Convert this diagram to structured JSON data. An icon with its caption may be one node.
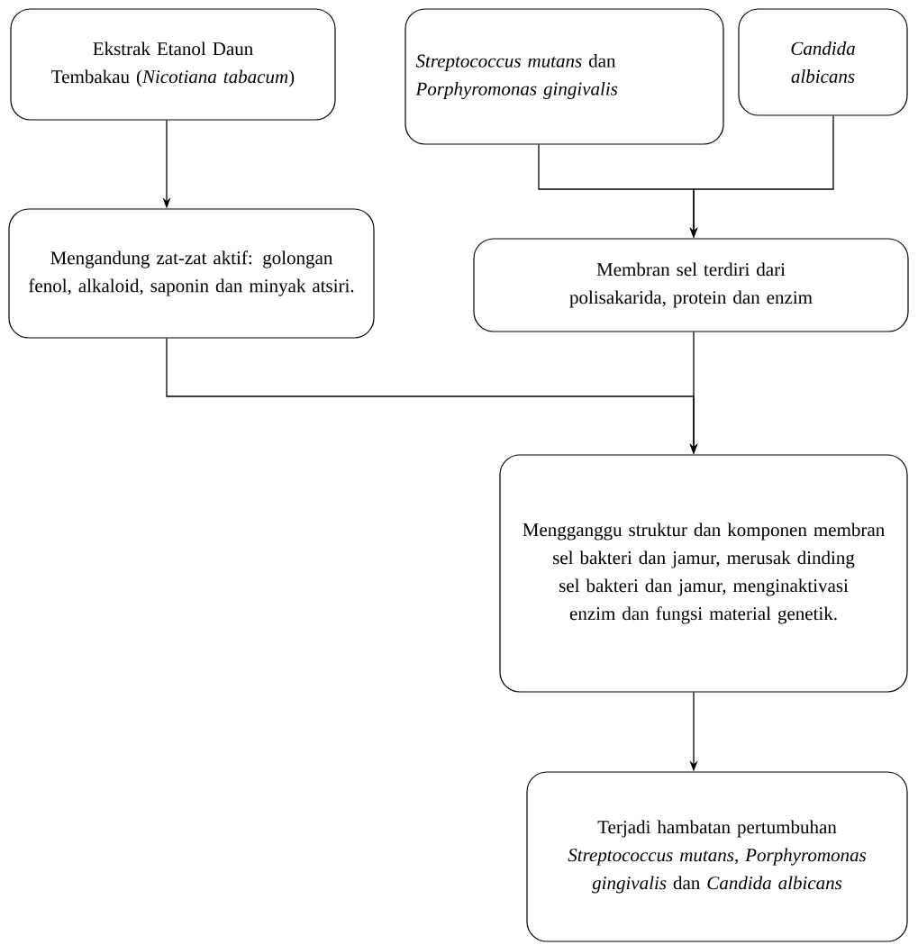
{
  "diagram": {
    "nodes": [
      {
        "text": [
          "Ekstrak Etanol Daun Tembakau (*Nicotiana tabacum*)"
        ]
      },
      {
        "text": [
          "*Streptococcus mutans* dan *Porphyromonas gingivalis*"
        ]
      },
      {
        "text": [
          "Candida albicans"
        ]
      },
      {
        "text": [
          "Mengandung zat-zat aktif: golongan fenol, alkaloid, saponin dan minyak atsiri."
        ]
      },
      {
        "text": [
          "Membran sel terdiri dari polisakarida, protein dan enzim"
        ]
      },
      {
        "text": [
          "Mengganggu struktur dan komponen membran sel bakteri dan jamur, merusak dinding sel bakteri dan jamur, menginaktivasi enzim dan fungsi material genetik."
        ]
      },
      {
        "text": [
          "Terjadi hambatan pertumbuhan *Streptococcus mutans, Porphyromonas  gingivalis* dan *Candida albicans*"
        ]
      }
    ],
    "edges": [
      {
        "from": 0,
        "to": 3,
        "arrow": "to"
      },
      {
        "from": 1,
        "to": 4,
        "arrow": "to"
      },
      {
        "from": 2,
        "to": 4,
        "arrow": "to"
      },
      {
        "from": 3,
        "to": 5,
        "arrow": "to"
      },
      {
        "from": 4,
        "to": 5,
        "arrow": "to"
      },
      {
        "from": 5,
        "to": 6,
        "arrow": "to"
      }
    ]
  }
}
